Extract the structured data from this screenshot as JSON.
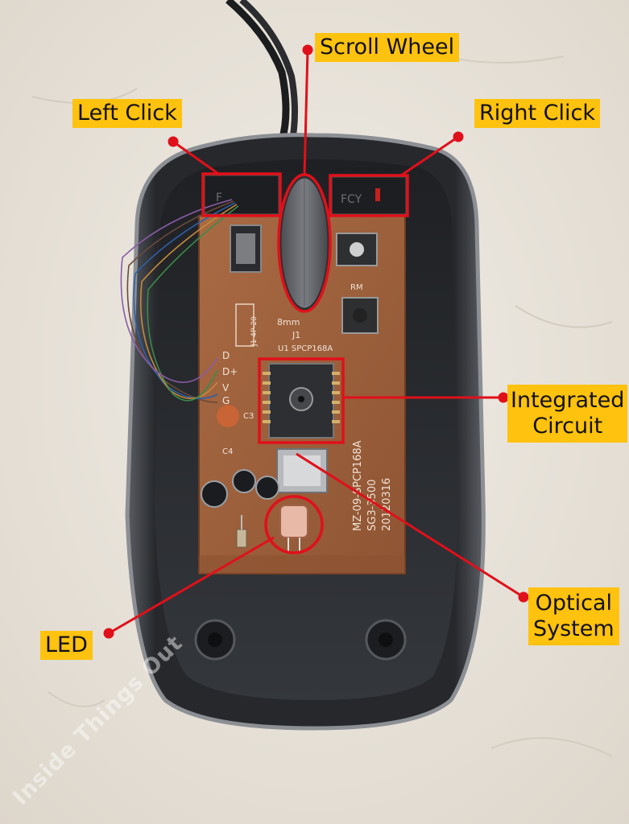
{
  "labels": {
    "scroll_wheel": "Scroll Wheel",
    "left_click": "Left Click",
    "right_click": "Right Click",
    "integrated_circuit_line1": "Integrated",
    "integrated_circuit_line2": "Circuit",
    "optical_system_line1": "Optical",
    "optical_system_line2": "System",
    "led": "LED"
  },
  "watermark": "Inside Things Out",
  "pcb_text": {
    "u1": "U1 SPCP168A",
    "j1": "J1",
    "dim": "8mm",
    "rm": "RM",
    "j1_rot": "J1 4P-20",
    "board_id_1": "MZ-09-SPCP168A",
    "board_id_2": "SG3-3500",
    "board_id_3": "20120316",
    "c3": "C3",
    "c4": "C4"
  },
  "pins": [
    "D",
    "D+",
    "V",
    "G"
  ],
  "colors": {
    "callout_bg": "#ffc20e",
    "callout_line": "#e0101a",
    "pcb": "#a0623c",
    "shell": "#2a2c31"
  }
}
